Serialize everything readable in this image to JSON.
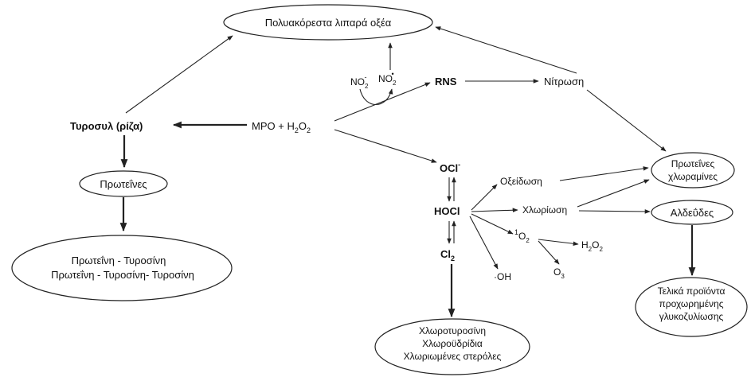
{
  "nodes": {
    "pufa": "Πολυακόρεστα λιπαρά οξέα",
    "tyrosyl": "Τυροσυλ (ρίζα)",
    "mpo": "MPO + ",
    "h2o2_main": "H",
    "proteins": "Πρωτεΐνες",
    "prot_tyr_1": "Πρωτεΐνη - Τυροσίνη",
    "prot_tyr_2": "Πρωτεΐνη - Τυροσίνη- Τυροσίνη",
    "no2_minus": "NO",
    "no2_dot": "NO",
    "rns": "RNS",
    "nitration": "Νίτρωση",
    "ocl": "OCl",
    "hocl": "HOCl",
    "cl2": "Cl",
    "oxidation": "Οξείδωση",
    "chlorination": "Χλωρίωση",
    "singlet_o2": "O",
    "h2o2_product": "H",
    "oh": "·OH",
    "o3": "O",
    "chloramines_1": "Πρωτεΐνες",
    "chloramines_2": "χλωραμίνες",
    "aldehydes": "Αλδεΰδες",
    "age_1": "Τελικά προϊόντα",
    "age_2": "προχωρημένης",
    "age_3": "γλυκοζυλίωσης",
    "chloro_1": "Χλωροτυροσίνη",
    "chloro_2": "Χλωροϋδρίδια",
    "chloro_3": "Χλωριωμένες στερόλες"
  },
  "sub": {
    "two": "2",
    "three": "3",
    "minus": "-",
    "dot": "•",
    "one": "1"
  }
}
